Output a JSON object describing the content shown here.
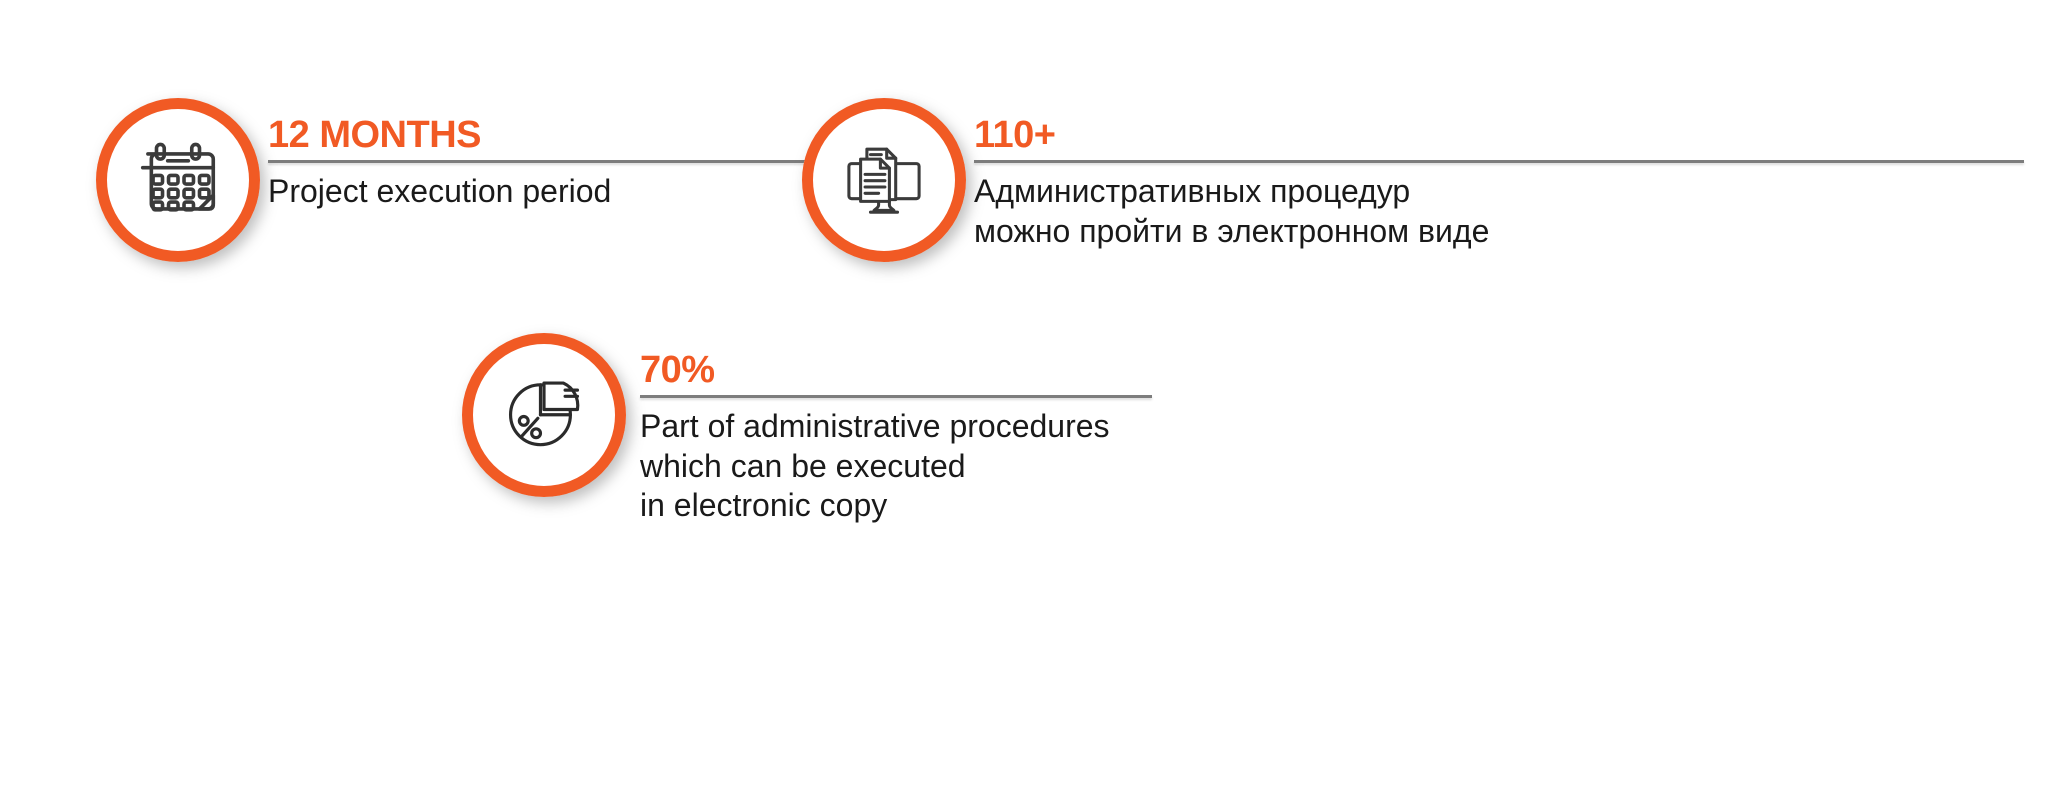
{
  "theme": {
    "accent": "#F15A24",
    "text": "#1a1a1a",
    "divider": "#7d7d7d",
    "background": "#ffffff"
  },
  "blocks": [
    {
      "id": "months",
      "icon": "calendar-icon",
      "value": "12 MONTHS",
      "description": "Project execution period"
    },
    {
      "id": "procedures",
      "icon": "documents-on-monitor-icon",
      "value": "110+",
      "description": "Административных процедур\nможно пройти в электронном виде"
    },
    {
      "id": "share",
      "icon": "pie-chart-percent-icon",
      "value": "70%",
      "description": "Part of administrative procedures\nwhich can be executed\nin electronic copy"
    }
  ]
}
